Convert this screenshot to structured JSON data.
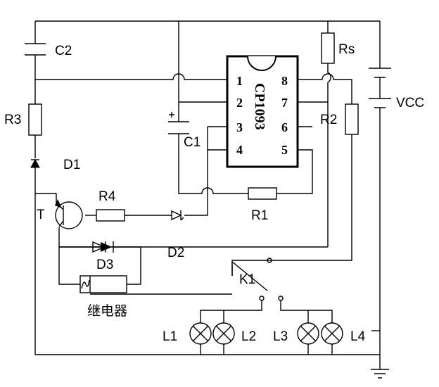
{
  "ic": {
    "name": "CP1093",
    "left_pins": [
      "1",
      "2",
      "3",
      "4"
    ],
    "right_pins": [
      "8",
      "7",
      "6",
      "5"
    ]
  },
  "labels": {
    "c2": "C2",
    "r3": "R3",
    "d1": "D1",
    "t": "T",
    "r4": "R4",
    "d2": "D2",
    "d3": "D3",
    "relay": "继电器",
    "c1": "C1",
    "r1": "R1",
    "rs": "Rs",
    "vcc": "VCC",
    "r2": "R2",
    "k1": "K1",
    "l1": "L1",
    "l2": "L2",
    "l3": "L3",
    "l4": "L4"
  }
}
